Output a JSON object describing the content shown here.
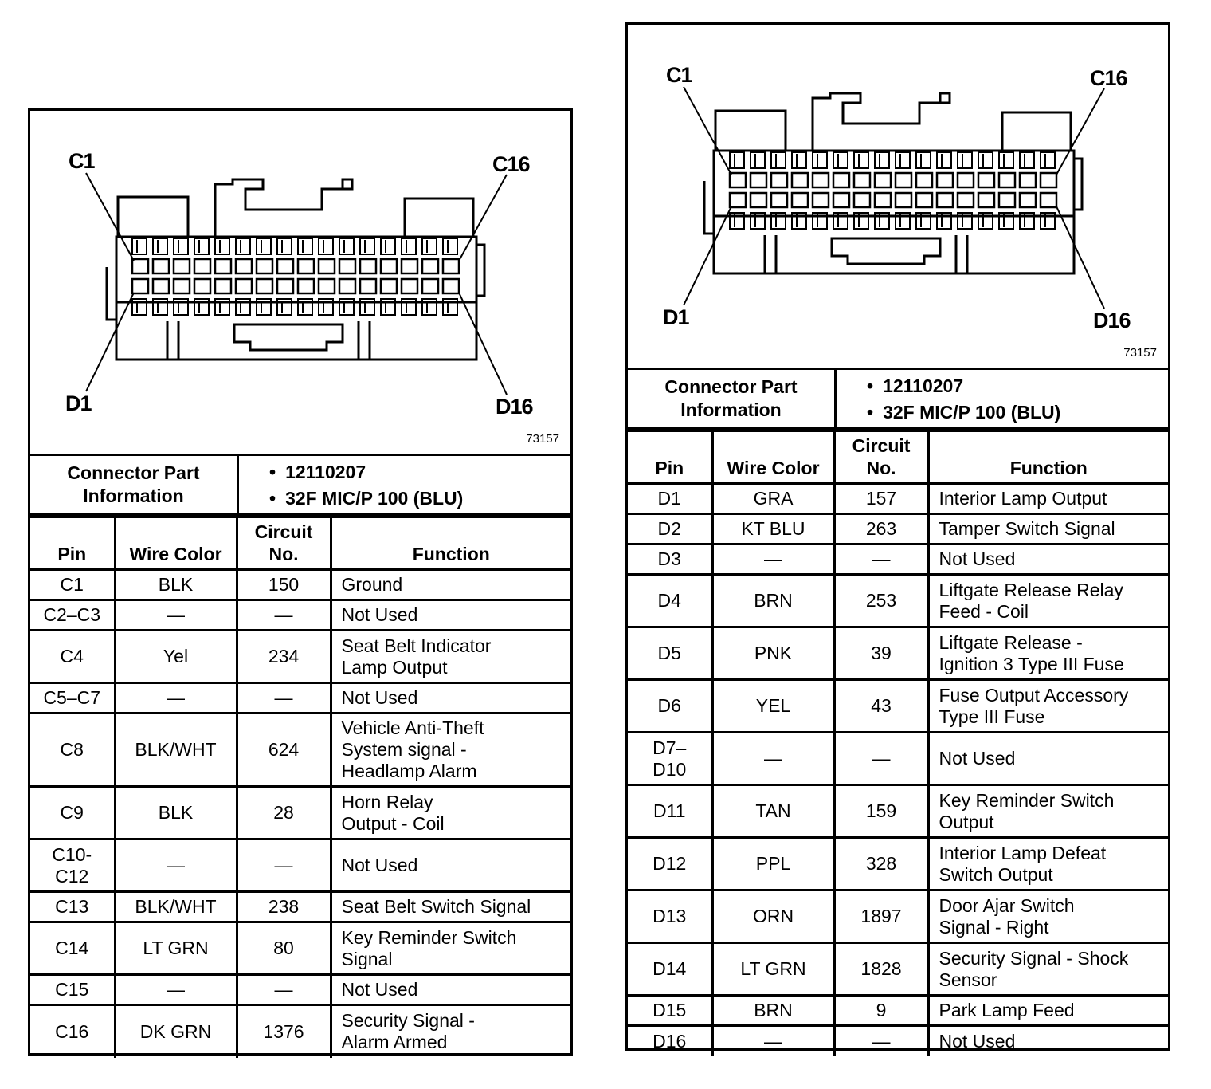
{
  "connectors": [
    {
      "figure_id": "73157",
      "pin_labels": {
        "top_left": "C1",
        "top_right": "C16",
        "bottom_left": "D1",
        "bottom_right": "D16"
      },
      "part_info_label_line1": "Connector Part",
      "part_info_label_line2": "Information",
      "part_info_values": [
        "12110207",
        "32F MIC/P 100 (BLU)"
      ],
      "headers": {
        "pin": "Pin",
        "wire_color": "Wire Color",
        "circuit_line1": "Circuit",
        "circuit_line2": "No.",
        "function": "Function"
      },
      "rows": [
        {
          "pin": [
            "C1"
          ],
          "wire": "BLK",
          "circuit": "150",
          "function": [
            "Ground"
          ]
        },
        {
          "pin": [
            "C2–C3"
          ],
          "wire": "—",
          "circuit": "—",
          "function": [
            "Not Used"
          ]
        },
        {
          "pin": [
            "C4"
          ],
          "wire": "Yel",
          "circuit": "234",
          "function": [
            "Seat Belt Indicator",
            "Lamp Output"
          ]
        },
        {
          "pin": [
            "C5–C7"
          ],
          "wire": "—",
          "circuit": "—",
          "function": [
            "Not Used"
          ]
        },
        {
          "pin": [
            "C8"
          ],
          "wire": "BLK/WHT",
          "circuit": "624",
          "function": [
            "Vehicle Anti-Theft",
            "System signal -",
            "Headlamp Alarm"
          ]
        },
        {
          "pin": [
            "C9"
          ],
          "wire": "BLK",
          "circuit": "28",
          "function": [
            "Horn Relay",
            "Output - Coil"
          ]
        },
        {
          "pin": [
            "C10-",
            "C12"
          ],
          "wire": "—",
          "circuit": "—",
          "function": [
            "Not Used"
          ]
        },
        {
          "pin": [
            "C13"
          ],
          "wire": "BLK/WHT",
          "circuit": "238",
          "function": [
            "Seat Belt Switch Signal"
          ]
        },
        {
          "pin": [
            "C14"
          ],
          "wire": "LT GRN",
          "circuit": "80",
          "function": [
            "Key Reminder Switch",
            "Signal"
          ]
        },
        {
          "pin": [
            "C15"
          ],
          "wire": "—",
          "circuit": "—",
          "function": [
            "Not Used"
          ]
        },
        {
          "pin": [
            "C16"
          ],
          "wire": "DK GRN",
          "circuit": "1376",
          "function": [
            "Security Signal -",
            "Alarm Armed"
          ]
        }
      ]
    },
    {
      "figure_id": "73157",
      "pin_labels": {
        "top_left": "C1",
        "top_right": "C16",
        "bottom_left": "D1",
        "bottom_right": "D16"
      },
      "part_info_label_line1": "Connector Part",
      "part_info_label_line2": "Information",
      "part_info_values": [
        "12110207",
        "32F MIC/P 100 (BLU)"
      ],
      "headers": {
        "pin": "Pin",
        "wire_color": "Wire Color",
        "circuit_line1": "Circuit",
        "circuit_line2": "No.",
        "function": "Function"
      },
      "rows": [
        {
          "pin": [
            "D1"
          ],
          "wire": "GRA",
          "circuit": "157",
          "function": [
            "Interior Lamp Output"
          ]
        },
        {
          "pin": [
            "D2"
          ],
          "wire": "KT BLU",
          "circuit": "263",
          "function": [
            "Tamper Switch Signal"
          ]
        },
        {
          "pin": [
            "D3"
          ],
          "wire": "—",
          "circuit": "—",
          "function": [
            "Not Used"
          ]
        },
        {
          "pin": [
            "D4"
          ],
          "wire": "BRN",
          "circuit": "253",
          "function": [
            "Liftgate Release Relay",
            "Feed - Coil"
          ]
        },
        {
          "pin": [
            "D5"
          ],
          "wire": "PNK",
          "circuit": "39",
          "function": [
            "Liftgate Release -",
            "Ignition 3 Type III Fuse"
          ]
        },
        {
          "pin": [
            "D6"
          ],
          "wire": "YEL",
          "circuit": "43",
          "function": [
            "Fuse Output Accessory",
            "Type III Fuse"
          ]
        },
        {
          "pin": [
            "D7–",
            "D10"
          ],
          "wire": "—",
          "circuit": "—",
          "function": [
            "Not Used"
          ]
        },
        {
          "pin": [
            "D11"
          ],
          "wire": "TAN",
          "circuit": "159",
          "function": [
            "Key Reminder Switch",
            "Output"
          ]
        },
        {
          "pin": [
            "D12"
          ],
          "wire": "PPL",
          "circuit": "328",
          "function": [
            "Interior Lamp Defeat",
            "Switch Output"
          ]
        },
        {
          "pin": [
            "D13"
          ],
          "wire": "ORN",
          "circuit": "1897",
          "function": [
            "Door Ajar Switch",
            "Signal - Right"
          ]
        },
        {
          "pin": [
            "D14"
          ],
          "wire": "LT GRN",
          "circuit": "1828",
          "function": [
            "Security Signal - Shock",
            "Sensor"
          ]
        },
        {
          "pin": [
            "D15"
          ],
          "wire": "BRN",
          "circuit": "9",
          "function": [
            "Park Lamp Feed"
          ]
        },
        {
          "pin": [
            "D16"
          ],
          "wire": "—",
          "circuit": "—",
          "function": [
            "Not Used"
          ]
        }
      ]
    }
  ]
}
